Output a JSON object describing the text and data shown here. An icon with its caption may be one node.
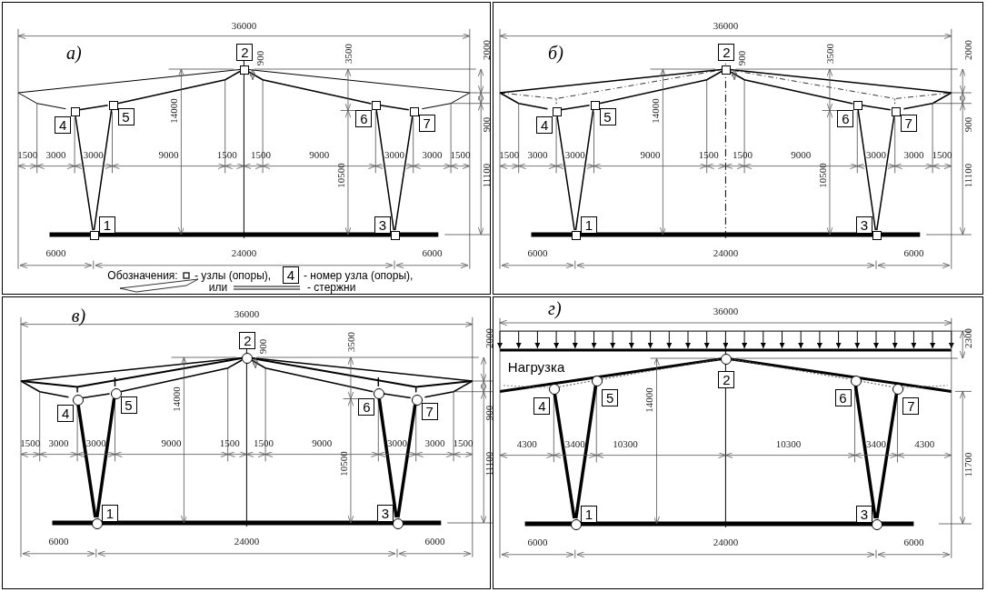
{
  "diagram": {
    "nodes": [
      {
        "text": [
          "а)"
        ]
      },
      {
        "text": [],
        "shape": "box",
        "beside": [
          "1"
        ],
        "in": 0
      },
      {
        "text": [],
        "shape": "box",
        "beside": [
          "2"
        ],
        "in": 0
      },
      {
        "text": [],
        "shape": "box",
        "beside": [
          "3"
        ],
        "in": 0
      },
      {
        "text": [],
        "shape": "box",
        "beside": [
          "4"
        ],
        "in": 0
      },
      {
        "text": [],
        "shape": "box",
        "beside": [
          "5"
        ],
        "in": 0
      },
      {
        "text": [],
        "shape": "box",
        "beside": [
          "6"
        ],
        "in": 0
      },
      {
        "text": [],
        "shape": "box",
        "beside": [
          "7"
        ],
        "in": 0
      },
      {
        "text": [
          "б)"
        ]
      },
      {
        "text": [],
        "shape": "box",
        "beside": [
          "1"
        ],
        "in": 8
      },
      {
        "text": [],
        "shape": "box",
        "beside": [
          "2"
        ],
        "in": 8
      },
      {
        "text": [],
        "shape": "box",
        "beside": [
          "3"
        ],
        "in": 8
      },
      {
        "text": [],
        "shape": "box",
        "beside": [
          "4"
        ],
        "in": 8
      },
      {
        "text": [],
        "shape": "box",
        "beside": [
          "5"
        ],
        "in": 8
      },
      {
        "text": [],
        "shape": "box",
        "beside": [
          "6"
        ],
        "in": 8
      },
      {
        "text": [],
        "shape": "box",
        "beside": [
          "7"
        ],
        "in": 8
      },
      {
        "text": [
          "в)"
        ]
      },
      {
        "text": [],
        "shape": "circle",
        "beside": [
          "1"
        ],
        "in": 16
      },
      {
        "text": [],
        "shape": "circle",
        "beside": [
          "2"
        ],
        "in": 16
      },
      {
        "text": [],
        "shape": "circle",
        "beside": [
          "3"
        ],
        "in": 16
      },
      {
        "text": [],
        "shape": "circle",
        "beside": [
          "4"
        ],
        "in": 16
      },
      {
        "text": [],
        "shape": "circle",
        "beside": [
          "5"
        ],
        "in": 16
      },
      {
        "text": [],
        "shape": "circle",
        "beside": [
          "6"
        ],
        "in": 16
      },
      {
        "text": [],
        "shape": "circle",
        "beside": [
          "7"
        ],
        "in": 16
      },
      {
        "text": [
          "г)"
        ]
      },
      {
        "text": [],
        "shape": "circle",
        "beside": [
          "1"
        ],
        "in": 24
      },
      {
        "text": [],
        "shape": "circle",
        "beside": [
          "2"
        ],
        "in": 24
      },
      {
        "text": [],
        "shape": "circle",
        "beside": [
          "3"
        ],
        "in": 24
      },
      {
        "text": [],
        "shape": "circle",
        "beside": [
          "4"
        ],
        "in": 24
      },
      {
        "text": [],
        "shape": "circle",
        "beside": [
          "5"
        ],
        "in": 24
      },
      {
        "text": [],
        "shape": "circle",
        "beside": [
          "6"
        ],
        "in": 24
      },
      {
        "text": [],
        "shape": "circle",
        "beside": [
          "7"
        ],
        "in": 24
      }
    ],
    "edges": [
      {
        "from": 1,
        "to": 4,
        "arrow": "none"
      },
      {
        "from": 1,
        "to": 5,
        "arrow": "none"
      },
      {
        "from": 3,
        "to": 6,
        "arrow": "none"
      },
      {
        "from": 3,
        "to": 7,
        "arrow": "none"
      },
      {
        "from": 4,
        "to": 5,
        "arrow": "none"
      },
      {
        "from": 5,
        "to": 2,
        "arrow": "none"
      },
      {
        "from": 2,
        "to": 6,
        "arrow": "none"
      },
      {
        "from": 6,
        "to": 7,
        "arrow": "none"
      },
      {
        "from": 9,
        "to": 12,
        "arrow": "none"
      },
      {
        "from": 9,
        "to": 13,
        "arrow": "none"
      },
      {
        "from": 11,
        "to": 14,
        "arrow": "none"
      },
      {
        "from": 11,
        "to": 15,
        "arrow": "none"
      },
      {
        "from": 12,
        "to": 13,
        "arrow": "none"
      },
      {
        "from": 13,
        "to": 10,
        "arrow": "none"
      },
      {
        "from": 10,
        "to": 14,
        "arrow": "none"
      },
      {
        "from": 14,
        "to": 15,
        "arrow": "none"
      },
      {
        "from": 17,
        "to": 20,
        "arrow": "none",
        "style": "thick"
      },
      {
        "from": 17,
        "to": 21,
        "arrow": "none",
        "style": "thick"
      },
      {
        "from": 19,
        "to": 22,
        "arrow": "none",
        "style": "thick"
      },
      {
        "from": 19,
        "to": 23,
        "arrow": "none",
        "style": "thick"
      },
      {
        "from": 20,
        "to": 21,
        "arrow": "none"
      },
      {
        "from": 21,
        "to": 18,
        "arrow": "none"
      },
      {
        "from": 18,
        "to": 22,
        "arrow": "none"
      },
      {
        "from": 22,
        "to": 23,
        "arrow": "none"
      },
      {
        "from": 25,
        "to": 28,
        "arrow": "none",
        "style": "thick"
      },
      {
        "from": 25,
        "to": 29,
        "arrow": "none",
        "style": "thick"
      },
      {
        "from": 27,
        "to": 30,
        "arrow": "none",
        "style": "thick"
      },
      {
        "from": 27,
        "to": 31,
        "arrow": "none",
        "style": "thick"
      },
      {
        "from": 28,
        "to": 29,
        "arrow": "none",
        "style": "dashed"
      },
      {
        "from": 29,
        "to": 26,
        "arrow": "none",
        "style": "dashed"
      },
      {
        "from": 26,
        "to": 30,
        "arrow": "none",
        "style": "dashed"
      },
      {
        "from": 30,
        "to": 31,
        "arrow": "none",
        "style": "dashed"
      }
    ],
    "labels": [
      "36000",
      "900",
      "3500",
      "2000",
      "14000",
      "1500",
      "3000",
      "3000",
      "9000",
      "1500",
      "1500",
      "9000",
      "3000",
      "3000",
      "1500",
      "10500",
      "900",
      "11100",
      "6000",
      "24000",
      "6000",
      "Обозначения:",
      "4",
      "или",
      "36000",
      "900",
      "3500",
      "2000",
      "14000",
      "1500",
      "3000",
      "3000",
      "9000",
      "1500",
      "1500",
      "9000",
      "3000",
      "3000",
      "1500",
      "10500",
      "900",
      "11100",
      "6000",
      "24000",
      "6000",
      "36000",
      "900",
      "3500",
      "2000",
      "14000",
      "1500",
      "3000",
      "3000",
      "9000",
      "1500",
      "1500",
      "9000",
      "3000",
      "3000",
      "1500",
      "10500",
      "900",
      "11100",
      "6000",
      "24000",
      "6000",
      "36000",
      "2300",
      "Нагрузка",
      "14000",
      "4300",
      "3400",
      "10300",
      "10300",
      "3400",
      "4300",
      "11700",
      "6000",
      "24000",
      "6000"
    ],
    "legend": [
      {
        "text": "- узлы (опоры),"
      },
      {
        "text": "- номер узла (опоры),"
      },
      {
        "text": "- стержни"
      }
    ]
  }
}
